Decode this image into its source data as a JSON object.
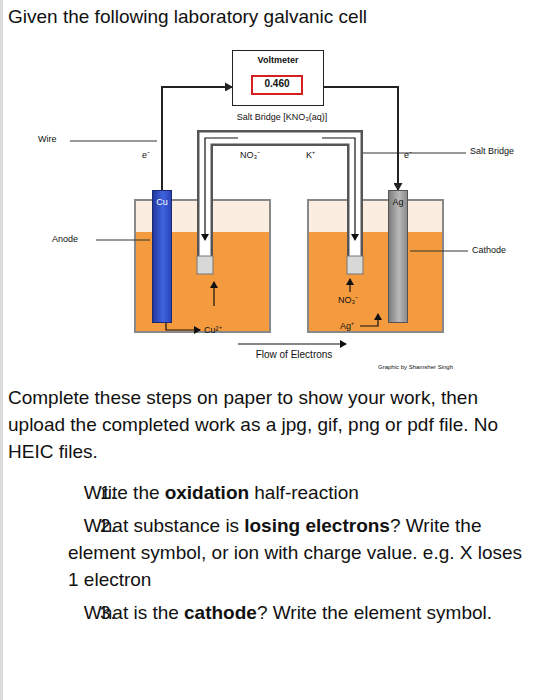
{
  "diagram": {
    "title": "Given the following laboratory galvanic cell",
    "nodes": [
      {
        "text": [
          "Voltmeter"
        ]
      },
      {
        "text": [
          "0.460"
        ],
        "in": 0
      },
      {
        "text": [
          "Cu"
        ]
      },
      {
        "text": [
          "Ag"
        ]
      }
    ],
    "edges": [
      {
        "from": 2,
        "to": 0,
        "arrow": "to"
      },
      {
        "from": 0,
        "to": 3,
        "arrow": "to"
      }
    ],
    "labels": [
      "Wire",
      "e⁻",
      "e⁻",
      "Salt Bridge [KNO₃(aq)]",
      "NO₃⁻",
      "K⁺",
      "Salt Bridge",
      "Anode",
      "Cathode",
      "Cu²⁺",
      "NO₃⁻",
      "Ag⁺",
      "Flow of Electrons",
      "Graphic by Shamsher Singh",
      "Complete these steps on paper to show your work, then upload the completed work as a jpg, gif, png or pdf file. No HEIC files.",
      "1.",
      "Write the",
      "oxidation",
      "half-reaction",
      "2.",
      "What substance is",
      "losing electrons",
      "? Write the element symbol, or ion with charge value. e.g. X loses 1 electron",
      "3.",
      "What is the",
      "cathode",
      "? Write the element symbol."
    ]
  }
}
